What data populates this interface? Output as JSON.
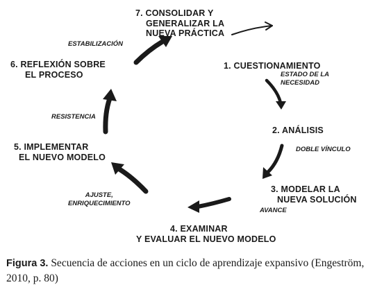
{
  "steps": [
    {
      "lines": [
        "7. CONSOLIDAR Y",
        "GENERALIZAR LA",
        "NUEVA PRÁCTICA"
      ]
    },
    {
      "lines": [
        "1. CUESTIONAMIENTO"
      ]
    },
    {
      "lines": [
        "2. ANÁLISIS"
      ]
    },
    {
      "lines": [
        "3. MODELAR LA",
        "NUEVA SOLUCIÓN"
      ]
    },
    {
      "lines": [
        "4. EXAMINAR",
        "Y EVALUAR EL NUEVO MODELO"
      ]
    },
    {
      "lines": [
        "5. IMPLEMENTAR",
        "EL NUEVO MODELO"
      ]
    },
    {
      "lines": [
        "6. REFLEXIÓN SOBRE",
        "EL PROCESO"
      ]
    }
  ],
  "notes": [
    {
      "lines": [
        "ESTABILIZACIÓN"
      ]
    },
    {
      "lines": [
        "ESTADO DE LA",
        "NECESIDAD"
      ]
    },
    {
      "lines": [
        "DOBLE VÍNCULO"
      ]
    },
    {
      "lines": [
        "AVANCE"
      ]
    },
    {
      "lines": [
        "AJUSTE,",
        "ENRIQUECIMIENTO"
      ]
    },
    {
      "lines": [
        "RESISTENCIA"
      ]
    }
  ],
  "caption": {
    "label": "Figura 3.",
    "text": " Secuencia de acciones en un ciclo de aprendizaje expansivo (Engeström, 2010, p. 80)"
  }
}
